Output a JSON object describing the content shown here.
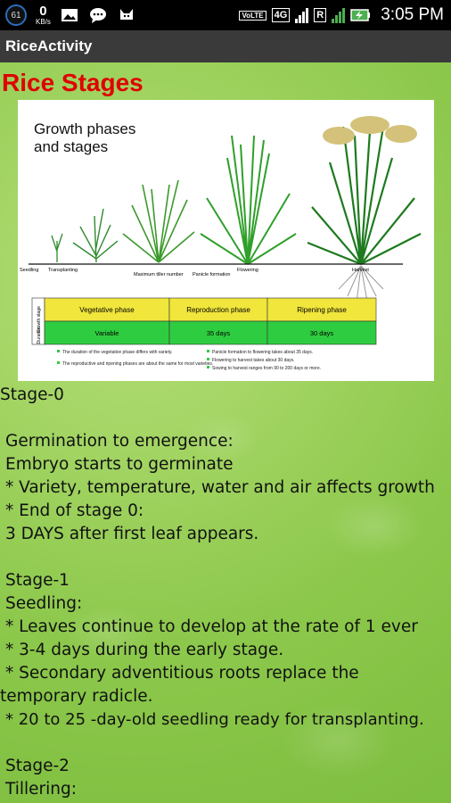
{
  "status_bar": {
    "notification_count": "61",
    "speed_value": "0",
    "speed_unit": "KB/s",
    "network_label": "4G",
    "volte_label": "VoLTE",
    "sim_label": "R",
    "time": "3:05 PM"
  },
  "app_bar": {
    "title": "RiceActivity"
  },
  "page": {
    "heading": "Rice Stages"
  },
  "figure": {
    "title_line1": "Growth phases",
    "title_line2": "and stages",
    "stage_labels": [
      "Seedling",
      "Transplanting",
      "Maximum tiller number",
      "Panicle formation",
      "Flowering",
      "Harvest"
    ],
    "row_labels": [
      "Growth stage",
      "Duration"
    ],
    "phases": [
      "Vegetative phase",
      "Reproduction phase",
      "Ripening phase"
    ],
    "durations": [
      "Variable",
      "35 days",
      "30 days"
    ],
    "notes_left": [
      "The duration of the vegetative phase differs with variety.",
      "The reproductive and ripening phases are about the same for most varieties."
    ],
    "notes_right": [
      "Panicle formation to flowering takes about 35 days.",
      "Flowering to harvest takes about 30 days.",
      "Sowing to harvest ranges from 90 to 200 days or more."
    ]
  },
  "stage0": {
    "header": "Stage-0",
    "line1": "Germination to emergence:",
    "line2": "Embryo starts to germinate",
    "line3": "* Variety, temperature, water and air affects growth",
    "line4": "* End of stage 0:",
    "line5": "3 DAYS after first leaf appears."
  },
  "stage1": {
    "header": "Stage-1",
    "line1": "Seedling:",
    "line2": "* Leaves continue to develop at the rate of 1 ever",
    "line3": "* 3-4 days during the early stage.",
    "line4": "* Secondary adventitious roots replace the",
    "line5": "temporary radicle.",
    "line6": "* 20 to 25 -day-old seedling ready for transplanting."
  },
  "stage2": {
    "header": "Stage-2",
    "line1": "Tillering:"
  }
}
